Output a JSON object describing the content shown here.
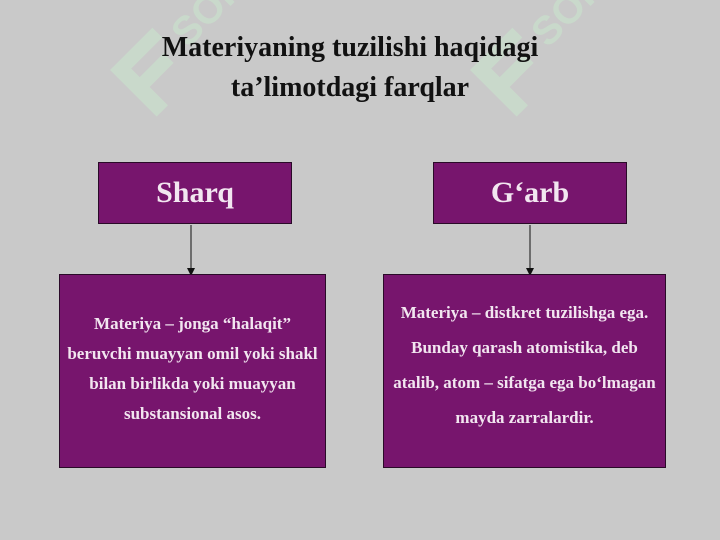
{
  "title": {
    "line1": "Materiyaning tuzilishi haqidagi",
    "line2": "ta’limotdagi farqlar"
  },
  "watermark": {
    "text": "SOFT",
    "color": "#c8e6cc"
  },
  "nodes": {
    "sharq": {
      "label": "Sharq",
      "description": "Materiya –  jonga “halaqit” beruvchi muayyan omil yoki shakl bilan birlikda yoki muayyan substansional asos."
    },
    "garb": {
      "label": "G‘arb",
      "description": "Materiya – distkret tuzilishga ega. Bunday qarash atomistika, deb atalib, atom – sifatga ega bo‘lmagan mayda zarralardir."
    }
  },
  "colors": {
    "background": "#c9c9c9",
    "box_fill": "#77156d",
    "box_text": "#f2e6f0",
    "title_text": "#111111"
  }
}
